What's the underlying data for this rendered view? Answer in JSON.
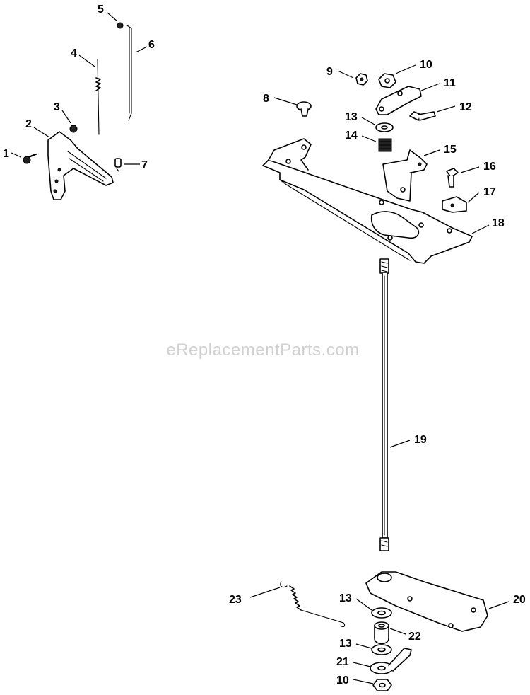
{
  "watermark": "eReplacementParts.com",
  "callouts": [
    "1",
    "2",
    "3",
    "4",
    "5",
    "6",
    "7",
    "8",
    "9",
    "10",
    "11",
    "12",
    "13",
    "14",
    "15",
    "16",
    "17",
    "18",
    "19",
    "13",
    "20",
    "22",
    "13",
    "21",
    "10",
    "23"
  ]
}
